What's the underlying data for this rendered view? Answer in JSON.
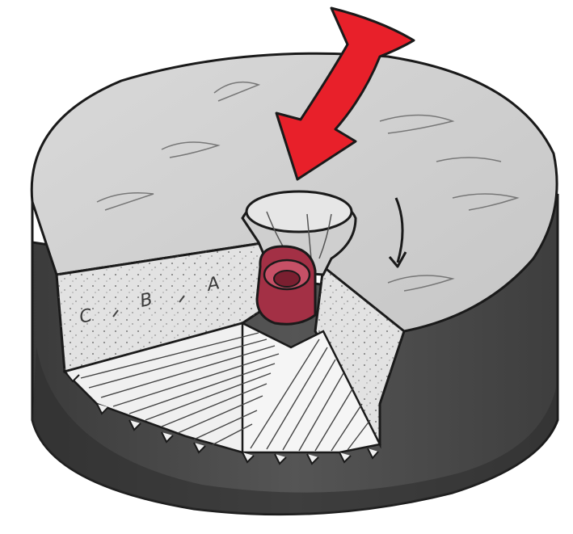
{
  "figure": {
    "zone_labels": [
      "C",
      "B",
      "A"
    ]
  },
  "colors": {
    "arrow": "#e8202a",
    "eye_ring": "#a33045",
    "top_stone": "#cfcfcf",
    "side_stone": "#4a4a4a",
    "cut_face": "#dedede",
    "outline": "#1a1a1a"
  },
  "icons": {
    "pointer": "red-down-arrow-icon",
    "rotation": "rotation-arrow-icon"
  }
}
